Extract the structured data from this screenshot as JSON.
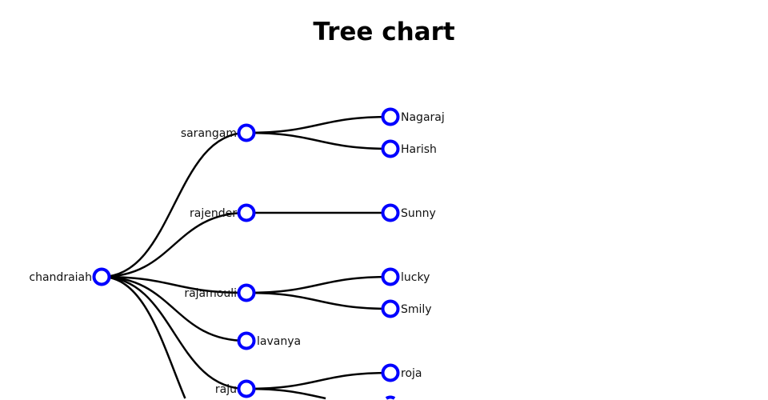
{
  "title": "Tree chart",
  "colors": {
    "node_stroke": "#0000ff",
    "node_fill": "#ffffff",
    "link": "#000000"
  },
  "tree": {
    "name": "chandraiah",
    "children": [
      {
        "name": "sarangam",
        "children": [
          {
            "name": "Nagaraj"
          },
          {
            "name": "Harish"
          }
        ]
      },
      {
        "name": "rajender",
        "children": [
          {
            "name": "Sunny"
          }
        ]
      },
      {
        "name": "rajamouli",
        "children": [
          {
            "name": "lucky"
          },
          {
            "name": "Smily"
          }
        ]
      },
      {
        "name": "lavanya"
      },
      {
        "name": "raju",
        "children": [
          {
            "name": "roja"
          },
          {
            "name": ""
          }
        ]
      },
      {
        "name": ""
      }
    ]
  }
}
